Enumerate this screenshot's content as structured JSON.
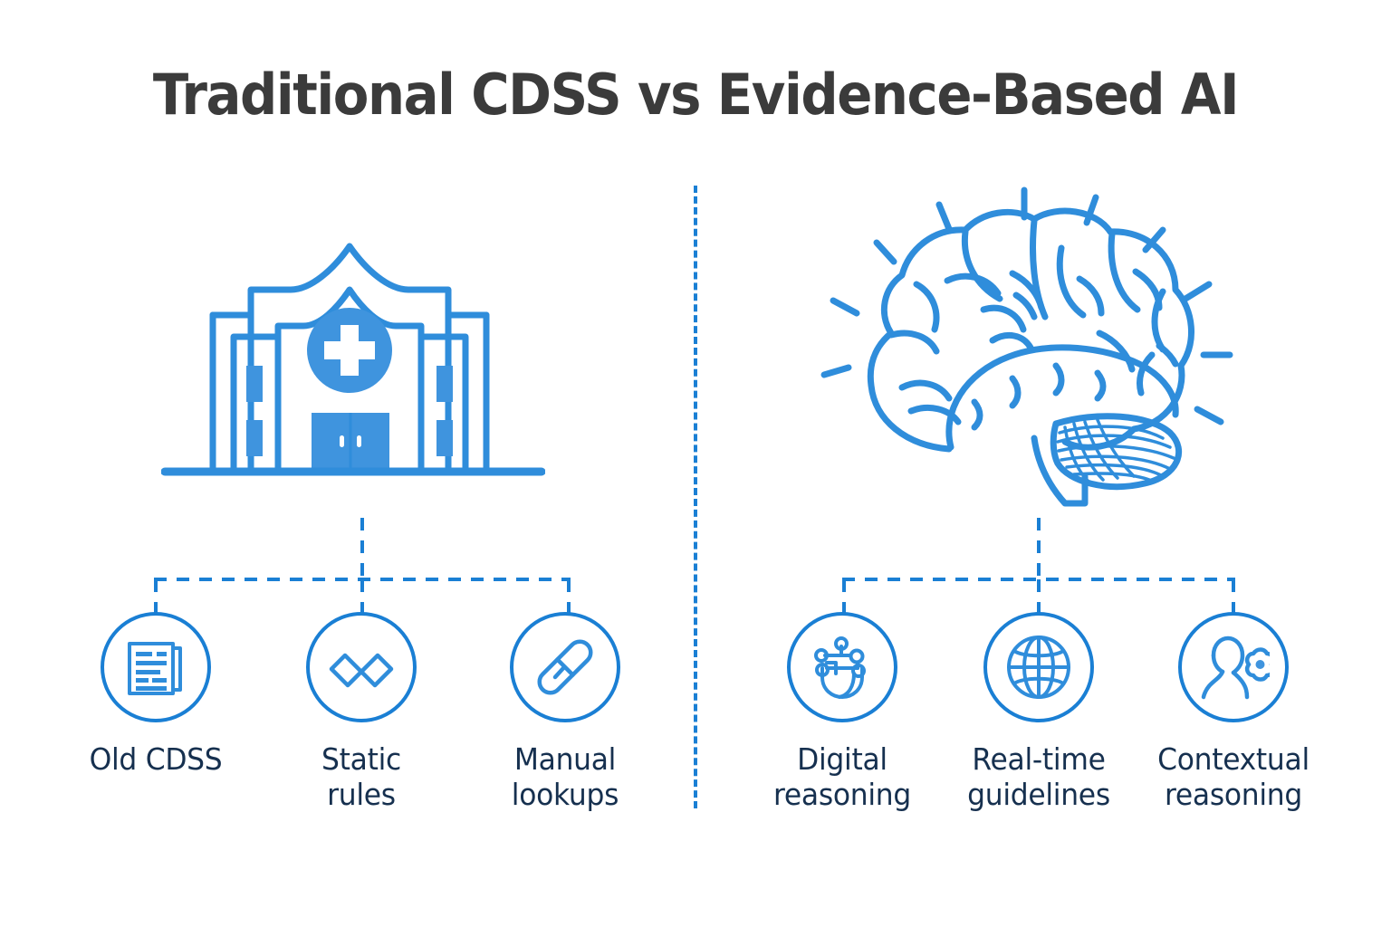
{
  "meta": {
    "background_color": "#ffffff",
    "accent_blue": "#1a7fd4",
    "fill_blue": "#3f94de",
    "title_color": "#3b3b3b",
    "label_color": "#16304f"
  },
  "title": "Traditional CDSS vs Evidence-Based AI",
  "divider": {
    "name": "vertical-dashed-divider",
    "style": "dashed"
  },
  "left_panel": {
    "hero_icon": "hospital-building-icon",
    "hero_icon_label": "Traditional CDSS hospital",
    "features": [
      {
        "icon": "document-lines-icon",
        "label": "Old CDSS"
      },
      {
        "icon": "zigzag-chart-icon",
        "label": "Static\nrules",
        "line1": "Static",
        "line2": "rules"
      },
      {
        "icon": "pill-capsule-icon",
        "label": "Manual\nlookups",
        "line1": "Manual",
        "line2": "lookups"
      }
    ]
  },
  "right_panel": {
    "hero_icon": "brain-rays-icon",
    "hero_icon_label": "Evidence-Based AI brain",
    "features": [
      {
        "icon": "circuit-nodes-icon",
        "label": "Digital\nreasoning",
        "line1": "Digital",
        "line2": "reasoning"
      },
      {
        "icon": "globe-grid-icon",
        "label": "Real-time\nguidelines",
        "line1": "Real-time",
        "line2": "guidelines"
      },
      {
        "icon": "person-gear-icon",
        "label": "Contextual\nreasoning",
        "line1": "Contextual",
        "line2": "reasoning"
      }
    ]
  }
}
